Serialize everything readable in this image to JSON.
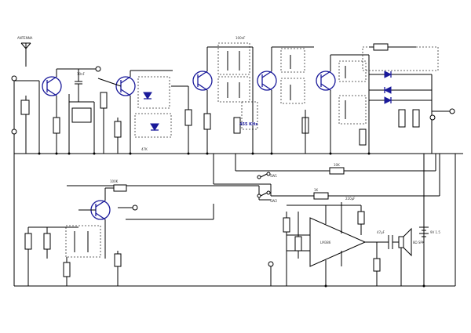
{
  "labels": {
    "antenna": "ANTENNA",
    "opamp": "LM386",
    "battery": "9V 1.5",
    "speaker": "8Ω SPK",
    "switch_a": "SW1",
    "switch_b": "SW2",
    "r1": "47K",
    "r2": "1K",
    "r3": "10K",
    "r4": "100K",
    "c1": "10nF",
    "c2": "100nF",
    "c3": "47µF",
    "c4": "220µF",
    "ifreq": "455 KHz"
  }
}
